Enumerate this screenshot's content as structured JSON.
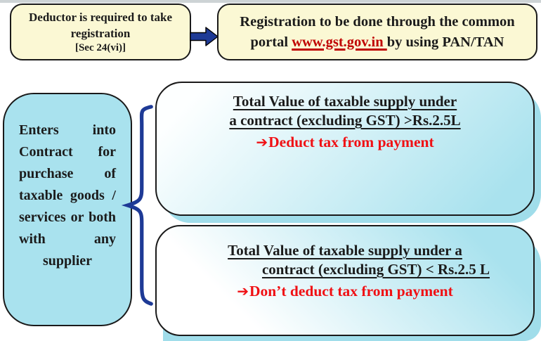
{
  "palette": {
    "yellow_fill": "#FBF8D4",
    "cyan_fill": "#A9E2EE",
    "cyan_shadow": "#A0DDEA",
    "navy": "#1E3A96",
    "red_action": "#F01014",
    "red_link": "#C00000",
    "border": "#1A1A1A",
    "top_strip": "#CDD3D5",
    "gradient_light": "#FDFFFF"
  },
  "top_flow": {
    "deductor_box": {
      "title": "Deductor is required to take registration",
      "section_ref": "[Sec 24(vi)]"
    },
    "arrow_icon": "right-block-arrow",
    "registration_box": {
      "line1": "Registration to be done through the common",
      "line2_pre": "portal ",
      "link": "www.gst.gov.in ",
      "line2_post": "by using PAN/TAN"
    }
  },
  "contract_box": {
    "text": "Enters into Contract for purchase of taxable goods / services or both with any supplier"
  },
  "branches": [
    {
      "heading_line1": "Total Value of taxable supply under",
      "heading_line2": "a contract (excluding GST) >Rs.2.5L",
      "arrow_glyph": "➔",
      "action": "Deduct tax from payment"
    },
    {
      "heading_line1": "Total Value of taxable supply under a",
      "heading_line2": "contract (excluding GST) < Rs.2.5 L",
      "arrow_glyph": "➔",
      "action": "Don’t deduct tax from payment"
    }
  ]
}
